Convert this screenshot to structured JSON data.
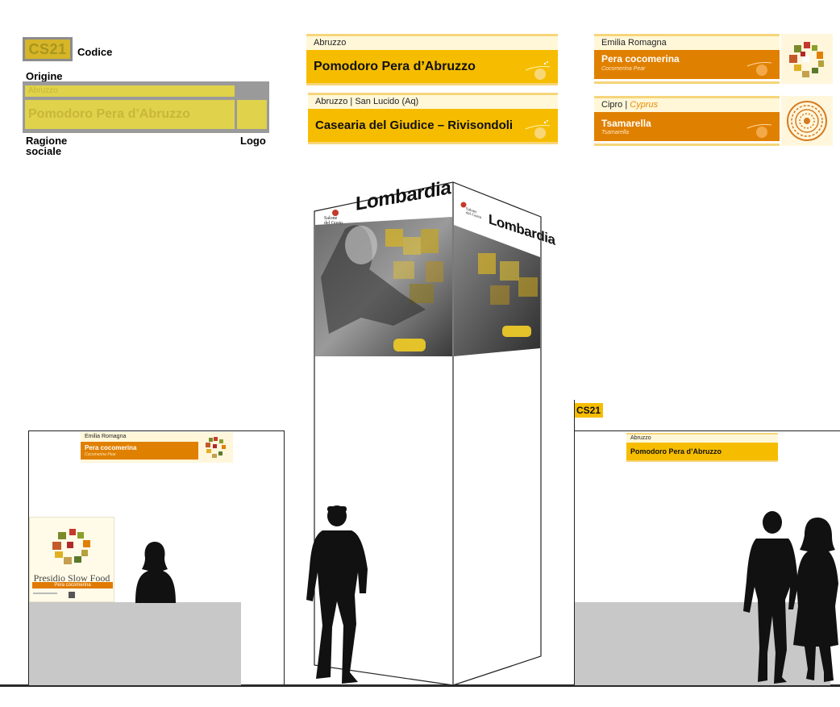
{
  "legend": {
    "code_sample": "CS21",
    "code_label": "Codice",
    "origin_label": "Origine",
    "origin_sample": "Abruzzo",
    "name_sample": "Pomodoro Pera d’Abruzzo",
    "business_name_label_1": "Ragione",
    "business_name_label_2": "sociale",
    "logo_label": "Logo"
  },
  "signs": [
    {
      "origin": "Abruzzo",
      "name": "Pomodoro Pera d’Abruzzo",
      "color": "#f6bd00"
    },
    {
      "origin": "Abruzzo",
      "origin_extra": "San Lucido (Aq)",
      "name": "Casearia del Giudice – Rivisondoli",
      "color": "#f6bd00"
    },
    {
      "origin": "Emilia Romagna",
      "name": "Pera cocomerina",
      "sub": "Cocomerina Pear",
      "color": "#e08000",
      "logo": "presidio-mosaic-icon"
    },
    {
      "origin": "Cipro",
      "origin_en": "Cyprus",
      "name": "Tsamarella",
      "sub": "Tsamarella",
      "color": "#e08000",
      "logo": "round-seal-icon"
    }
  ],
  "tower": {
    "region": "Lombardia",
    "brand_line_1": "Salone",
    "brand_line_2": "del Gusto"
  },
  "left_booth": {
    "sign_origin": "Emilia Romagna",
    "sign_name": "Pera cocomerina",
    "sign_sub": "Cocomerina Pear",
    "poster_title": "Presidio Slow Food",
    "poster_band": "Pera cocomerina"
  },
  "right_booth": {
    "code": "CS21",
    "sign_origin": "Abruzzo",
    "sign_name": "Pomodoro Pera d’Abruzzo"
  },
  "colors": {
    "yellow": "#f6bd00",
    "orange": "#e08000",
    "legend_yellow": "#e0d24a",
    "counter_gray": "#c8c8c8"
  }
}
